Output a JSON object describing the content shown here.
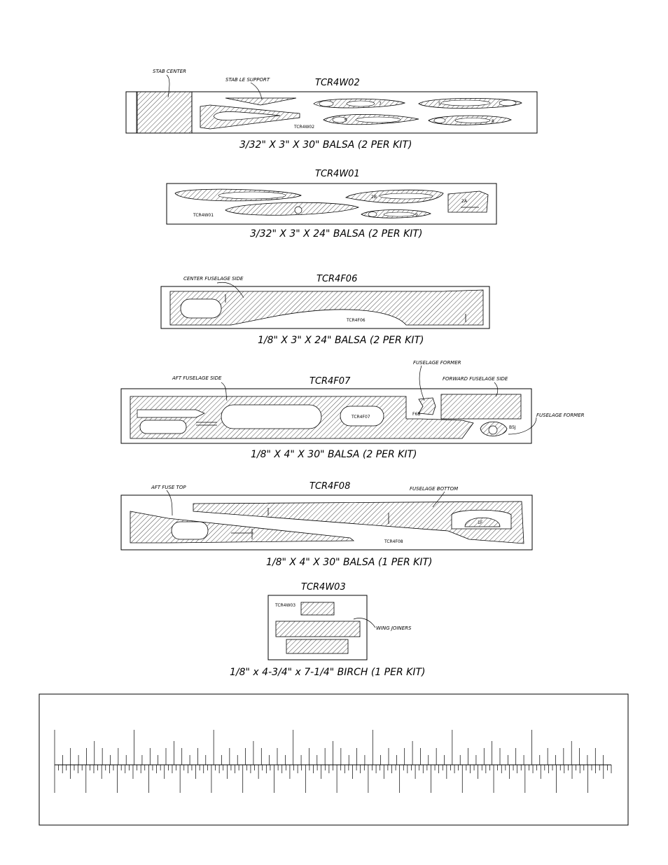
{
  "sheets": [
    {
      "id": "TCR4W02",
      "title": "TCR4W02",
      "caption": "3/32\" X 3\" X 30\"  BALSA (2 PER KIT)",
      "callouts": [
        "STAB CENTER",
        "STAB LE SUPPORT"
      ],
      "part_codes": [
        "TCR4W02",
        "6",
        "7",
        "5",
        "8"
      ]
    },
    {
      "id": "TCR4W01",
      "title": "TCR4W01",
      "caption": "3/32\" X 3\" X 24\"  BALSA (2 PER KIT)",
      "callouts": [],
      "part_codes": [
        "TCR4W01",
        "2B",
        "2A",
        "9"
      ]
    },
    {
      "id": "TCR4F06",
      "title": "TCR4F06",
      "caption": "1/8\" X 3\" X 24\"  BALSA (2 PER KIT)",
      "callouts": [
        "CENTER FUSELAGE SIDE"
      ],
      "part_codes": [
        "TCR4F06"
      ]
    },
    {
      "id": "TCR4F07",
      "title": "TCR4F07",
      "caption": "1/8\" X 4\" X 30\"  BALSA (2 PER KIT)",
      "callouts": [
        "AFT FUSELAGE SIDE",
        "FUSELAGE FORMER",
        "FORWARD FUSELAGE SIDE",
        "FUSELAGE FORMER"
      ],
      "part_codes": [
        "TCR4F07",
        "F6B",
        "B5J"
      ]
    },
    {
      "id": "TCR4F08",
      "title": "TCR4F08",
      "caption": "1/8\" X 4\" X 30\" BALSA (1 PER KIT)",
      "callouts": [
        "AFT FUSE TOP",
        "FUSELAGE BOTTOM"
      ],
      "part_codes": [
        "TCR4F08",
        "1F"
      ]
    },
    {
      "id": "TCR4W03",
      "title": "TCR4W03",
      "caption": "1/8\" x 4-3/4\" x 7-1/4\" BIRCH (1 PER KIT)",
      "callouts": [
        "WING JOINERS"
      ],
      "part_codes": [
        "TCR4W03"
      ]
    }
  ],
  "colors": {
    "ink": "#000000",
    "paper": "#ffffff"
  }
}
